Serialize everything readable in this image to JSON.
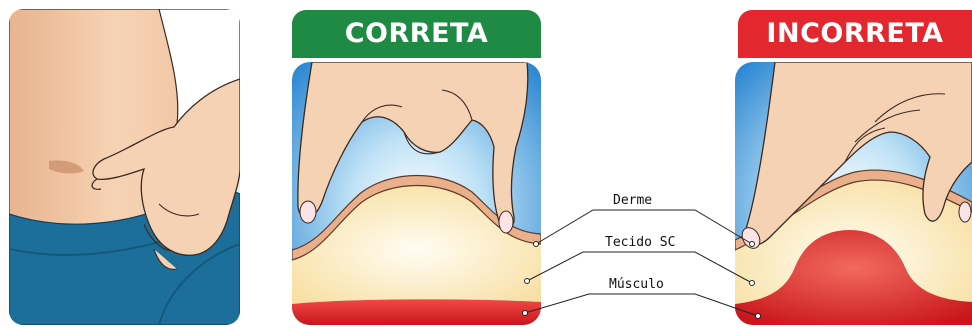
{
  "badges": {
    "correct": "CORRETA",
    "incorrect": "INCORRETA"
  },
  "labels": {
    "derme": "Derme",
    "tecido": "Tecido SC",
    "musculo": "Músculo"
  },
  "colors": {
    "correct": "#1f8a44",
    "incorrect": "#e2272e",
    "sky": "#2f8fd6",
    "fat": "#fbe9b5",
    "muscle": "#e3262d",
    "skin": "#f2c6a2",
    "briefs": "#1c6f9b"
  }
}
